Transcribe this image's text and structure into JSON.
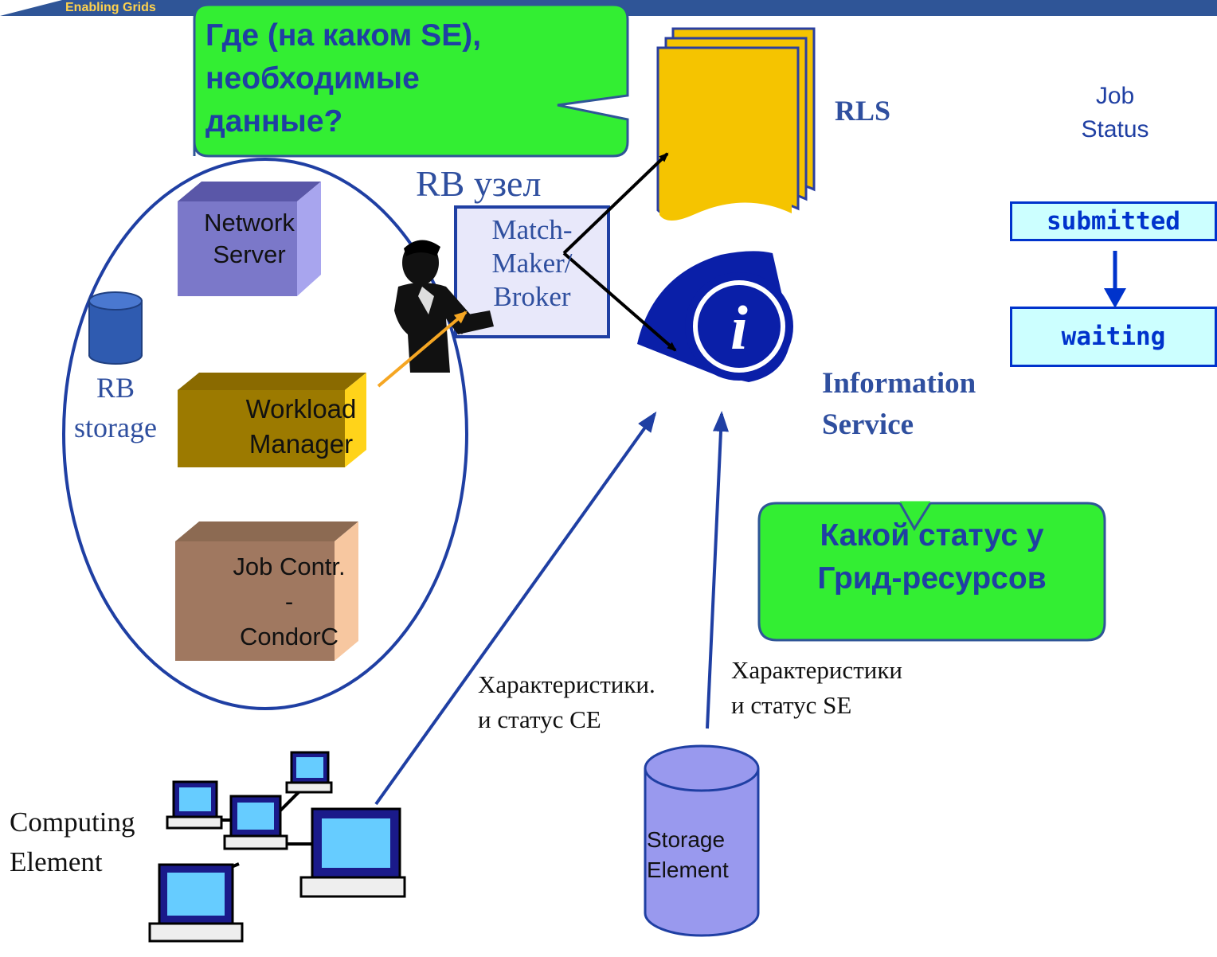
{
  "header": {
    "title": "Enabling Grids"
  },
  "bubble_top": {
    "text_lines": [
      "Где (на каком SE),",
      "необходимые",
      "данные?"
    ]
  },
  "bubble_bottom": {
    "text_lines": [
      "Какой статус у",
      "Грид-ресурсов"
    ]
  },
  "rb_node": {
    "label": "RB узел"
  },
  "matchmaker": {
    "lines": [
      "Match-",
      "Maker/",
      "Broker"
    ]
  },
  "network_server": {
    "lines": [
      "Network",
      "Server"
    ]
  },
  "workload_manager": {
    "lines": [
      "Workload",
      "Manager"
    ]
  },
  "job_controller": {
    "lines": [
      "Job Contr.",
      "-",
      "CondorC"
    ]
  },
  "rb_storage": {
    "lines": [
      "RB",
      "storage"
    ]
  },
  "rls": {
    "label": "RLS"
  },
  "information_service": {
    "lines": [
      "Information",
      "Service"
    ]
  },
  "job_status": {
    "title_lines": [
      "Job",
      "Status"
    ],
    "states": [
      "submitted",
      "waiting"
    ]
  },
  "ce_label": {
    "lines": [
      "Computing",
      "Element"
    ]
  },
  "se_label": {
    "lines": [
      "Storage",
      "Element"
    ]
  },
  "ce_caption": {
    "lines": [
      "Характеристики.",
      "и статус CE"
    ]
  },
  "se_caption": {
    "lines": [
      "Характеристики",
      "и статус SE"
    ]
  },
  "colors": {
    "header_bar": "#2f5597",
    "bubble_green": "#33ee33",
    "bubble_border": "#2f5597",
    "arrow_blue": "#1f3fa3",
    "arrow_orange": "#f5a623",
    "ellipse_border": "#1f3fa3",
    "network_server": "#7b78c9",
    "workload_manager": "#b8860b",
    "job_controller": "#a07860",
    "rls_yellow": "#f5c400",
    "info_blue": "#0a1fa8",
    "status_fill": "#ccffff",
    "status_border": "#0033cc"
  },
  "icons": {
    "person": "broker-person-icon",
    "info": "information-icon",
    "documents": "rls-documents-icon",
    "computers": "computing-cluster-icon",
    "storage": "storage-cylinder-icon",
    "rb_storage": "rb-storage-cylinder-icon"
  }
}
